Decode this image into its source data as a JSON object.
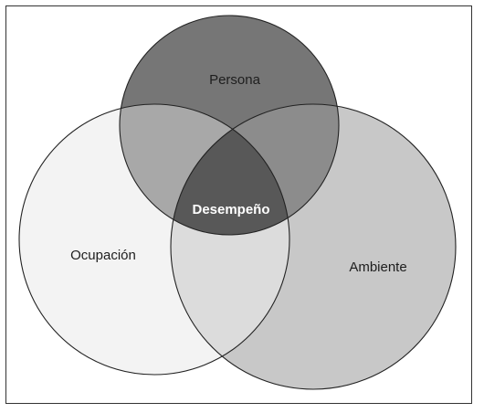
{
  "diagram": {
    "sets": {
      "persona": {
        "label": "Persona",
        "fill": "#767676"
      },
      "ocupacion": {
        "label": "Ocupación",
        "fill": "#f3f3f3"
      },
      "ambiente": {
        "label": "Ambiente",
        "fill": "#c8c8c8"
      }
    },
    "intersections": {
      "persona_ocupacion": {
        "fill": "#a8a8a8"
      },
      "persona_ambiente": {
        "fill": "#8c8c8c"
      },
      "ocupacion_ambiente": {
        "fill": "#dcdcdc"
      }
    },
    "center": {
      "label": "Desempeño",
      "fill": "#585858",
      "text_color": "#ffffff"
    },
    "stroke_color": "#222222",
    "frame_color": "#333333"
  }
}
